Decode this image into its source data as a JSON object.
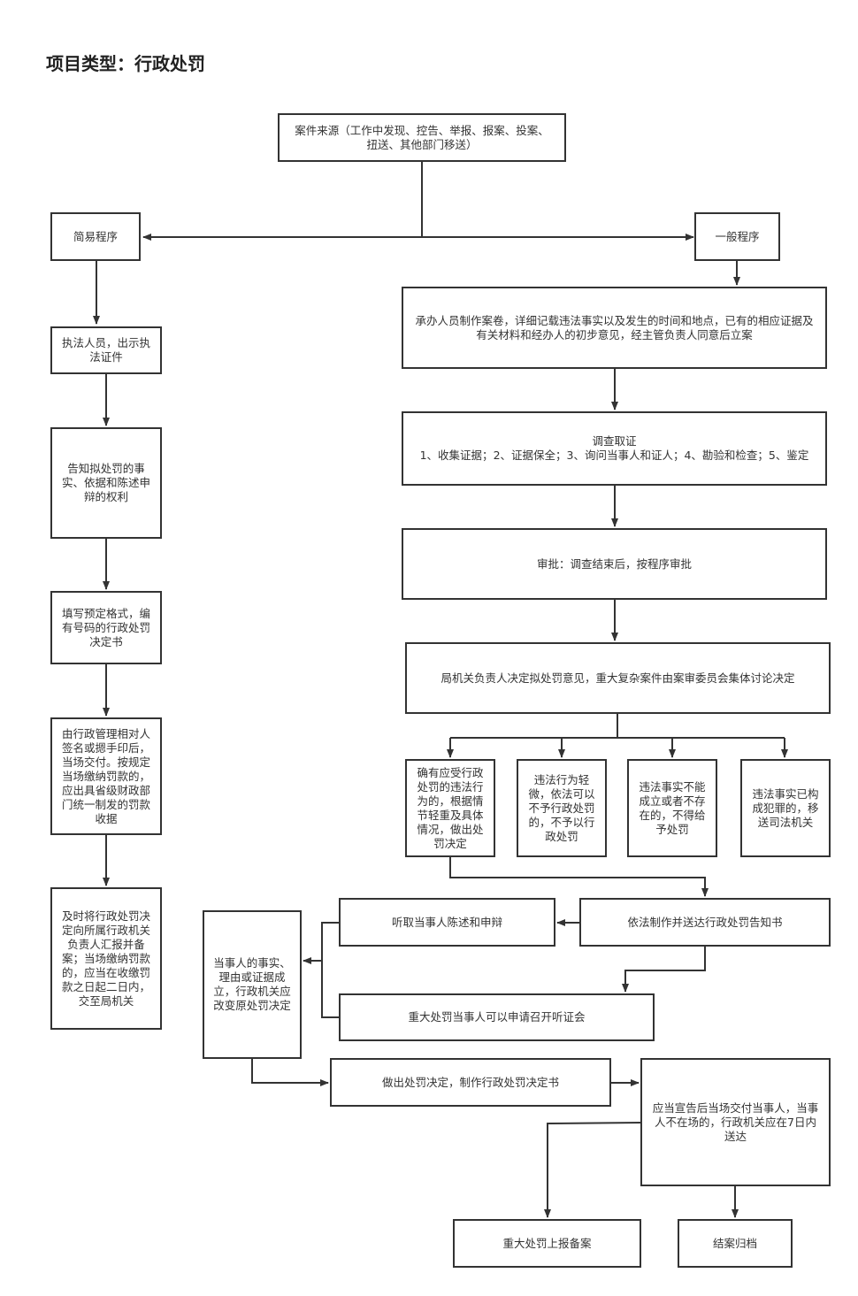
{
  "title": "项目类型：行政处罚",
  "nodes": {
    "source": "案件来源（工作中发现、控告、举报、报案、投案、扭送、其他部门移送）",
    "simple": "简易程序",
    "general": "一般程序",
    "s1": "执法人员，出示执法证件",
    "s2": "告知拟处罚的事实、依据和陈述申辩的权利",
    "s3": "填写预定格式，编有号码的行政处罚决定书",
    "s4": "由行政管理相对人签名或摁手印后，当场交付。按规定当场缴纳罚款的，应出具省级财政部门统一制发的罚款收据",
    "s5": "及时将行政处罚决定向所属行政机关负责人汇报并备案；当场缴纳罚款的，应当在收缴罚款之日起二日内，交至局机关",
    "g1": "承办人员制作案卷，详细记载违法事实以及发生的时间和地点，已有的相应证据及有关材料和经办人的初步意见，经主管负责人同意后立案",
    "g2_line1": "调查取证",
    "g2_line2": "1、收集证据；2、证据保全；3、询问当事人和证人；4、勘验和检查；5、鉴定",
    "g3": "审批：调查结束后，按程序审批",
    "g4": "局机关负责人决定拟处罚意见，重大复杂案件由案审委员会集体讨论决定",
    "o1": "确有应受行政处罚的违法行为的，根据情节轻重及具体情况，做出处罚决定",
    "o2": "违法行为轻微，依法可以不予行政处罚的，不予以行政处罚",
    "o3": "违法事实不能成立或者不存在的，不得给予处罚",
    "o4": "违法事实已构成犯罪的，移送司法机关",
    "notice": "依法制作并送达行政处罚告知书",
    "hear": "听取当事人陈述和申辩",
    "hearing": "重大处罚当事人可以申请召开听证会",
    "change": "当事人的事实、理由或证据成立，行政机关应改变原处罚决定",
    "decide": "做出处罚决定，制作行政处罚决定书",
    "deliver": "应当宣告后当场交付当事人，当事人不在场的，行政机关应在7日内送达",
    "report": "重大处罚上报备案",
    "archive": "结案归档"
  }
}
